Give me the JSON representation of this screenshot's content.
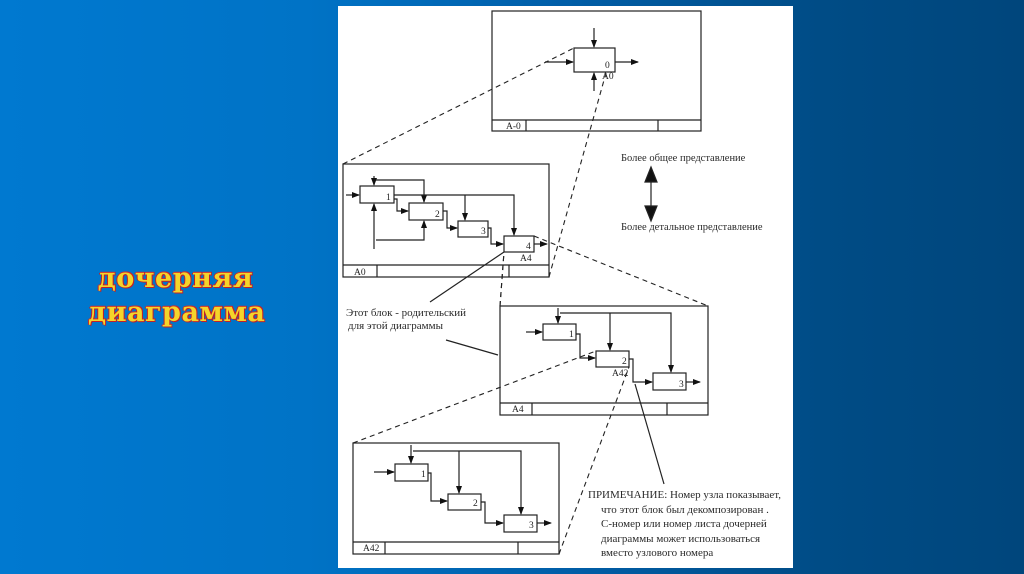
{
  "slide": {
    "side_title_line1": "дочерняя",
    "side_title_line2": "диаграмма",
    "colors": {
      "background_left": "#0079d0",
      "background_right": "#00467c",
      "title_fill": "#f4d52a",
      "title_outline": "#c0202a"
    }
  },
  "diagram": {
    "top": {
      "node_label": "A-0",
      "block_number": "0",
      "block_ref": "A0"
    },
    "level_a0": {
      "node_label": "A0",
      "blocks": [
        "1",
        "2",
        "3",
        "4"
      ],
      "decomposed_ref": "A4"
    },
    "level_a4": {
      "node_label": "A4",
      "blocks": [
        "1",
        "2",
        "3"
      ],
      "decomposed_ref": "A42"
    },
    "level_a42": {
      "node_label": "A42",
      "blocks": [
        "1",
        "2",
        "3"
      ]
    },
    "legend": {
      "general": "Более общее представление",
      "detailed": "Более детальное представление"
    },
    "parent_note_line1": "Этот блок - родительский",
    "parent_note_line2": "для этой диаграммы",
    "note_lines": [
      "ПРИМЕЧАНИЕ: Номер узла показывает,",
      "что этот блок был декомпозирован .",
      "С-номер или номер листа дочерней",
      "диаграммы может использоваться",
      "вместо узлового номера"
    ]
  }
}
